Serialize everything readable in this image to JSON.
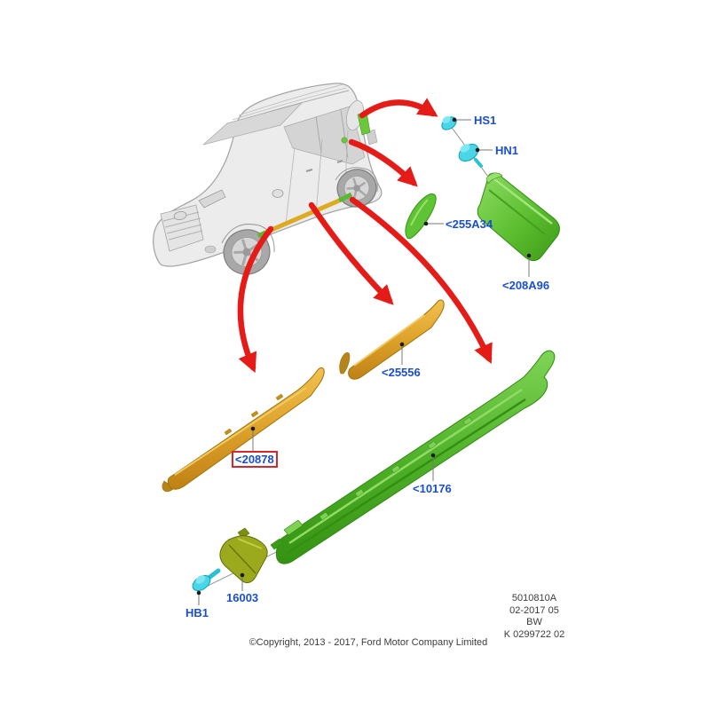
{
  "labels": {
    "hs1": "HS1",
    "hn1": "HN1",
    "p255a34": "<255A34",
    "p208a96": "<208A96",
    "p25556": "<25556",
    "p20878": "<20878",
    "p10176": "<10176",
    "p16003": "16003",
    "hb1": "HB1"
  },
  "highlighted_label": "<20878",
  "footer": {
    "copyright": "©Copyright, 2013 - 2017, Ford Motor Company Limited",
    "doc_lines": [
      "5010810A",
      "02-2017 05",
      "BW",
      "K 0299722 02"
    ]
  },
  "colors": {
    "label_blue": "#1a50cc",
    "highlight_red": "#d8262c",
    "arrow_red": "#e41b17",
    "part_green": "#5cbe30",
    "part_green_dark": "#2f8a10",
    "part_yellow": "#e0a42c",
    "part_yellow_dark": "#9c7408",
    "clip_cyan": "#49d6e6",
    "bracket_olive": "#9aaa1c",
    "car_gray": "#ececec",
    "leader_gray": "#787878",
    "footer_text": "#3c3c3c"
  }
}
